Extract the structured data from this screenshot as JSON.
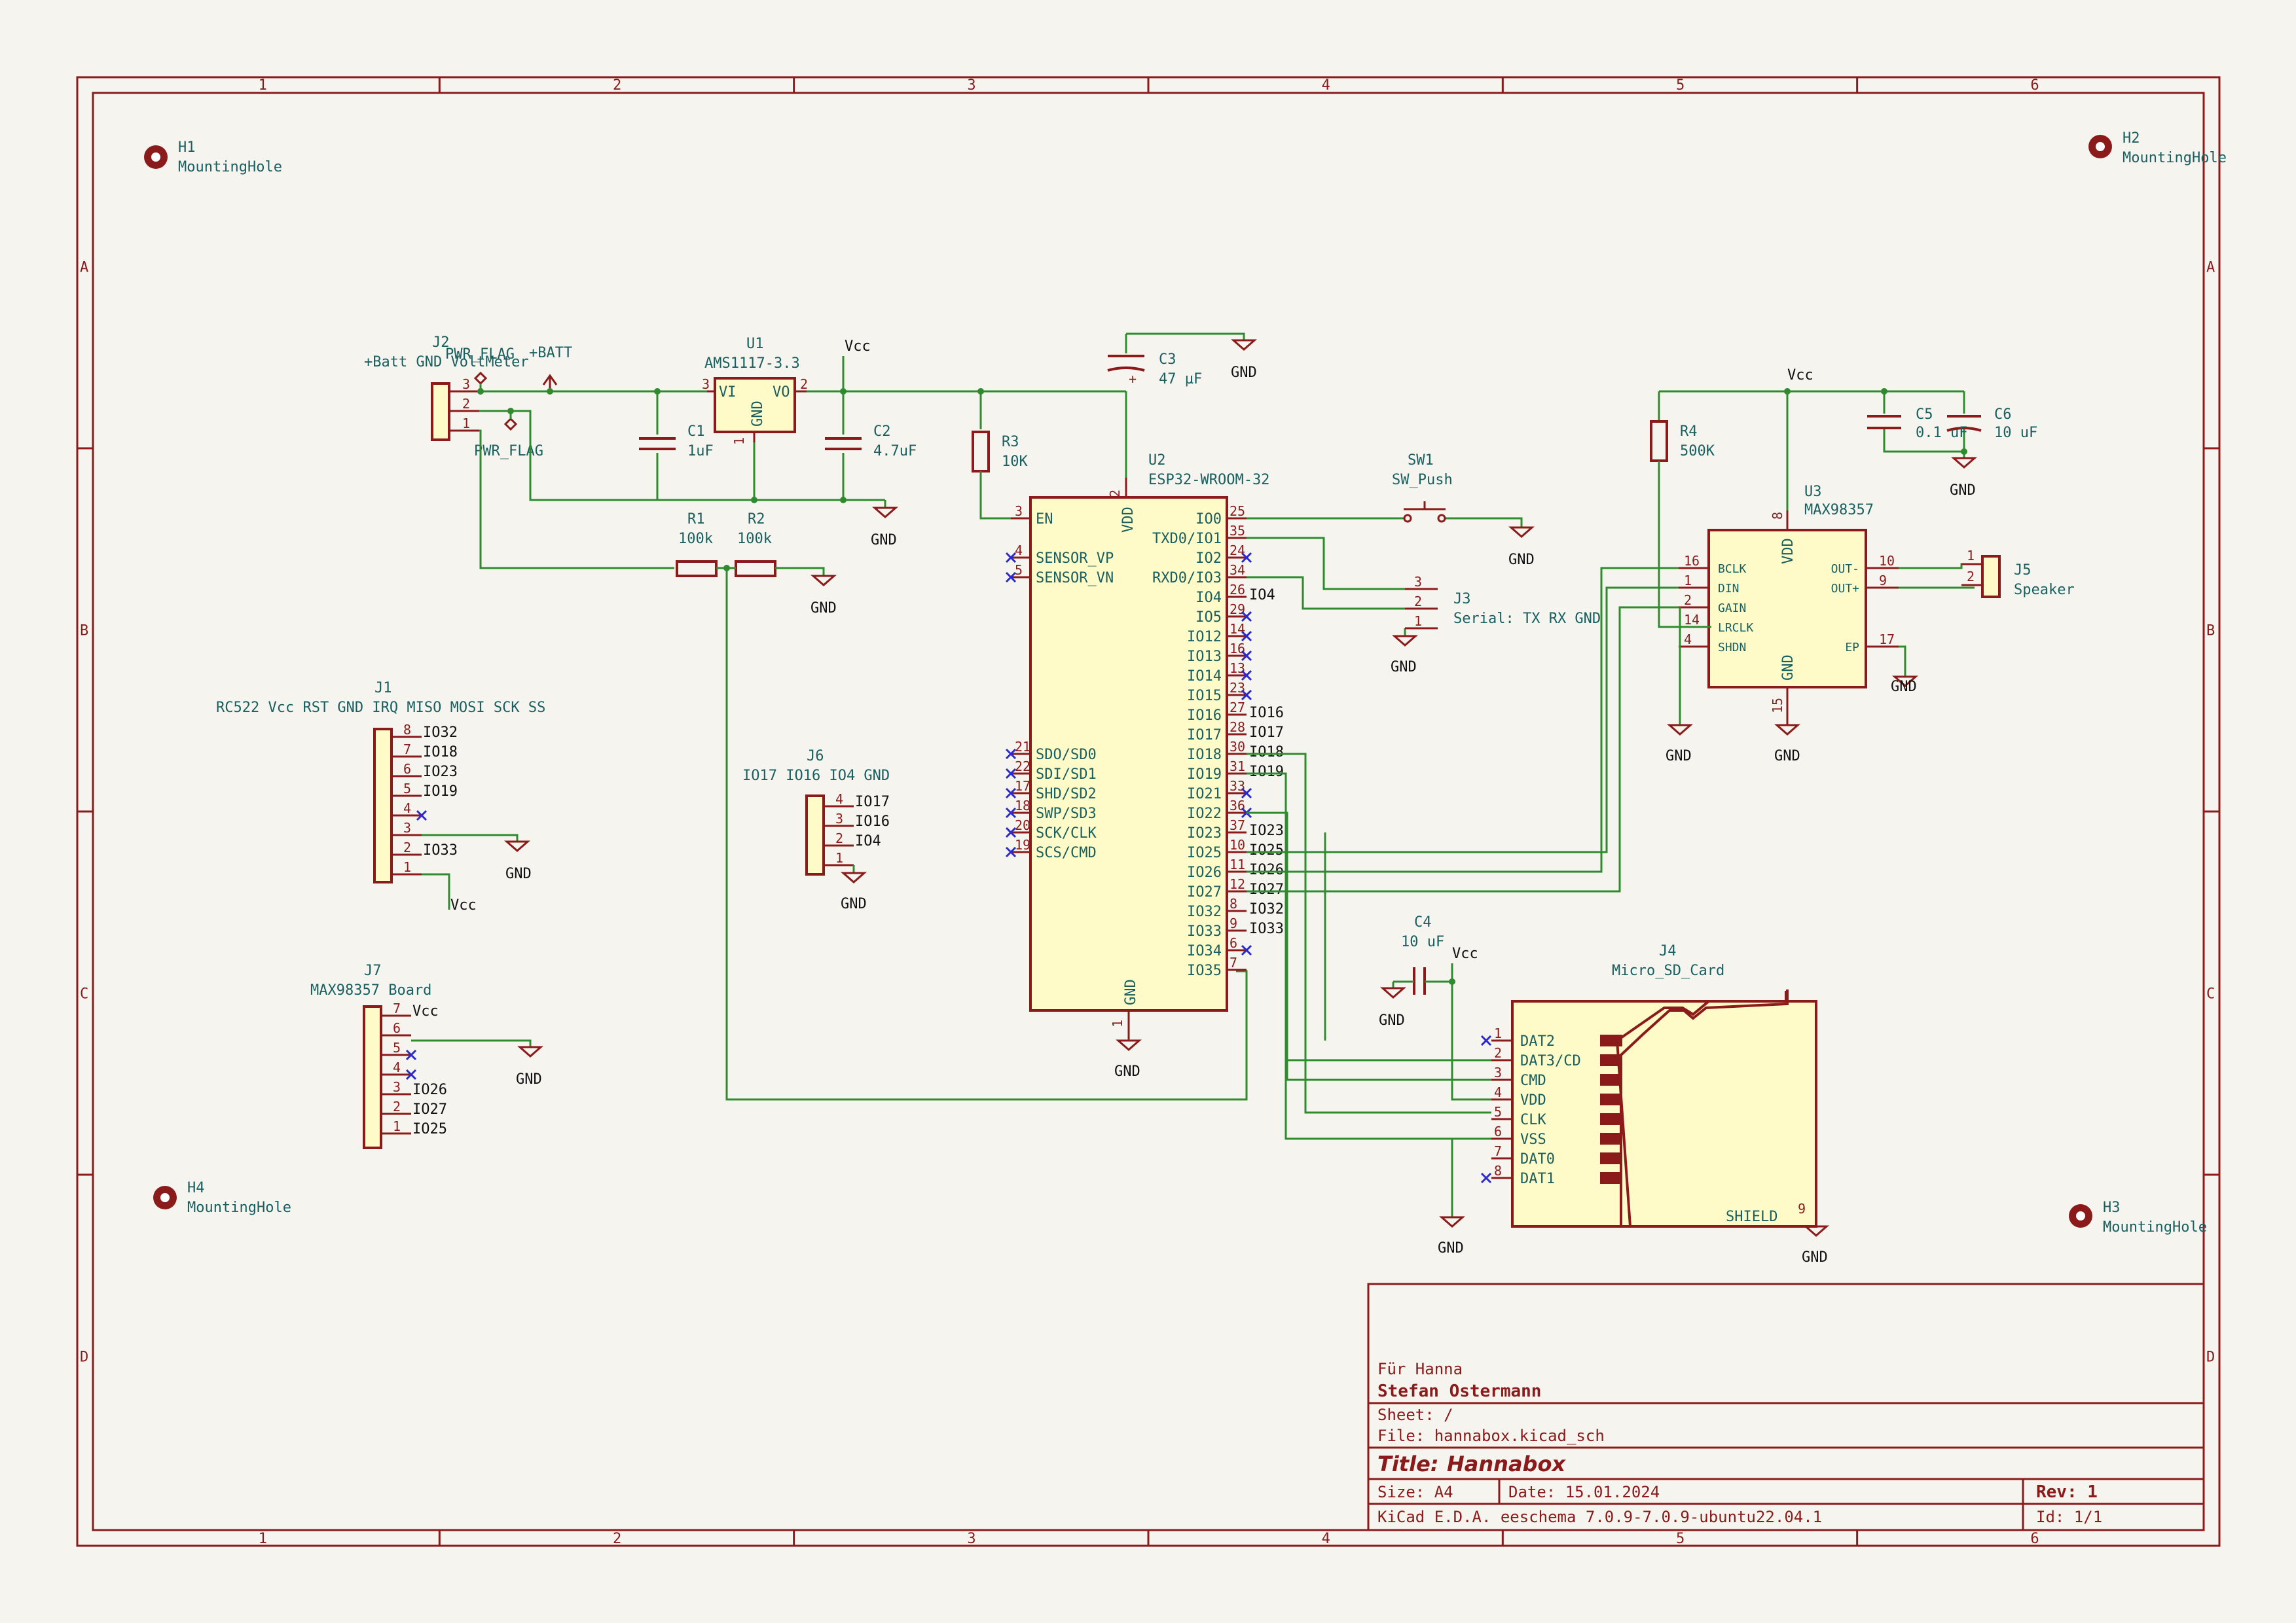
{
  "frame": {
    "col_labels": [
      "1",
      "2",
      "3",
      "4",
      "5",
      "6"
    ],
    "row_labels": [
      "A",
      "B",
      "C",
      "D"
    ]
  },
  "title_block": {
    "comment": "Für Hanna",
    "company": "Stefan Ostermann",
    "sheet": "Sheet: /",
    "file": "File: hannabox.kicad_sch",
    "title_label": "Title:",
    "title": "Hannabox",
    "size": "Size: A4",
    "date": "Date: 15.01.2024",
    "rev": "Rev: 1",
    "tool": "KiCad E.D.A.  eeschema 7.0.9-7.0.9-ubuntu22.04.1",
    "id": "Id: 1/1"
  },
  "mounting_holes": [
    {
      "ref": "H1",
      "value": "MountingHole"
    },
    {
      "ref": "H2",
      "value": "MountingHole"
    },
    {
      "ref": "H3",
      "value": "MountingHole"
    },
    {
      "ref": "H4",
      "value": "MountingHole"
    }
  ],
  "power": {
    "ref_j2": "J2",
    "j2_value": "+Batt GND VoltMeter",
    "pwr_flag": "PWR_FLAG",
    "batt": "+BATT",
    "u1_ref": "U1",
    "u1_value": "AMS1117-3.3",
    "u1_vi": "VI",
    "u1_vo": "VO",
    "u1_gnd": "GND",
    "vcc": "Vcc",
    "gnd": "GND",
    "c1_ref": "C1",
    "c1_val": "1uF",
    "c2_ref": "C2",
    "c2_val": "4.7uF",
    "c3_ref": "C3",
    "c3_val": "47 µF",
    "r1_ref": "R1",
    "r1_val": "100k",
    "r2_ref": "R2",
    "r2_val": "100k",
    "r3_ref": "R3",
    "r3_val": "10K",
    "plus": "+"
  },
  "esp32": {
    "ref": "U2",
    "value": "ESP32-WROOM-32",
    "left_pins": [
      {
        "num": "3",
        "name": "EN"
      },
      {
        "num": "4",
        "name": "SENSOR_VP"
      },
      {
        "num": "5",
        "name": "SENSOR_VN"
      },
      {
        "num": "21",
        "name": "SDO/SD0"
      },
      {
        "num": "22",
        "name": "SDI/SD1"
      },
      {
        "num": "17",
        "name": "SHD/SD2"
      },
      {
        "num": "18",
        "name": "SWP/SD3"
      },
      {
        "num": "20",
        "name": "SCK/CLK"
      },
      {
        "num": "19",
        "name": "SCS/CMD"
      }
    ],
    "right_pins": [
      {
        "num": "25",
        "name": "IO0",
        "net": ""
      },
      {
        "num": "35",
        "name": "TXD0/IO1",
        "net": ""
      },
      {
        "num": "24",
        "name": "IO2",
        "net": ""
      },
      {
        "num": "34",
        "name": "RXD0/IO3",
        "net": ""
      },
      {
        "num": "26",
        "name": "IO4",
        "net": "IO4"
      },
      {
        "num": "29",
        "name": "IO5",
        "net": ""
      },
      {
        "num": "14",
        "name": "IO12",
        "net": ""
      },
      {
        "num": "16",
        "name": "IO13",
        "net": ""
      },
      {
        "num": "13",
        "name": "IO14",
        "net": ""
      },
      {
        "num": "23",
        "name": "IO15",
        "net": ""
      },
      {
        "num": "27",
        "name": "IO16",
        "net": "IO16"
      },
      {
        "num": "28",
        "name": "IO17",
        "net": "IO17"
      },
      {
        "num": "30",
        "name": "IO18",
        "net": "IO18"
      },
      {
        "num": "31",
        "name": "IO19",
        "net": "IO19"
      },
      {
        "num": "33",
        "name": "IO21",
        "net": ""
      },
      {
        "num": "36",
        "name": "IO22",
        "net": ""
      },
      {
        "num": "37",
        "name": "IO23",
        "net": "IO23"
      },
      {
        "num": "10",
        "name": "IO25",
        "net": "IO25"
      },
      {
        "num": "11",
        "name": "IO26",
        "net": "IO26"
      },
      {
        "num": "12",
        "name": "IO27",
        "net": "IO27"
      },
      {
        "num": "8",
        "name": "IO32",
        "net": "IO32"
      },
      {
        "num": "9",
        "name": "IO33",
        "net": "IO33"
      },
      {
        "num": "6",
        "name": "IO34",
        "net": ""
      },
      {
        "num": "7",
        "name": "IO35",
        "net": ""
      }
    ],
    "vdd": "VDD",
    "vdd_num": "2",
    "gnd": "GND",
    "gnd_num": "1"
  },
  "sw1": {
    "ref": "SW1",
    "value": "SW_Push"
  },
  "j3": {
    "ref": "J3",
    "value": "Serial: TX RX GND",
    "pins": [
      "3",
      "2",
      "1"
    ]
  },
  "j1": {
    "ref": "J1",
    "value": "RC522 Vcc RST GND IRQ MISO MOSI SCK SS",
    "pins": [
      {
        "num": "8",
        "net": "IO32"
      },
      {
        "num": "7",
        "net": "IO18"
      },
      {
        "num": "6",
        "net": "IO23"
      },
      {
        "num": "5",
        "net": "IO19"
      },
      {
        "num": "4",
        "net": ""
      },
      {
        "num": "3",
        "net": ""
      },
      {
        "num": "2",
        "net": "IO33"
      },
      {
        "num": "1",
        "net": ""
      }
    ]
  },
  "j6": {
    "ref": "J6",
    "value": "IO17 IO16 IO4 GND",
    "pins": [
      {
        "num": "4",
        "net": "IO17"
      },
      {
        "num": "3",
        "net": "IO16"
      },
      {
        "num": "2",
        "net": "IO4"
      },
      {
        "num": "1",
        "net": ""
      }
    ]
  },
  "j7": {
    "ref": "J7",
    "value": "MAX98357 Board",
    "pins": [
      {
        "num": "7",
        "net": "Vcc"
      },
      {
        "num": "6",
        "net": ""
      },
      {
        "num": "5",
        "net": ""
      },
      {
        "num": "4",
        "net": ""
      },
      {
        "num": "3",
        "net": "IO26"
      },
      {
        "num": "2",
        "net": "IO27"
      },
      {
        "num": "1",
        "net": "IO25"
      }
    ]
  },
  "max98357": {
    "ref": "U3",
    "value": "MAX98357",
    "left_pins": [
      {
        "num": "16",
        "name": "BCLK"
      },
      {
        "num": "1",
        "name": "DIN"
      },
      {
        "num": "2",
        "name": "GAIN"
      },
      {
        "num": "14",
        "name": "LRCLK"
      },
      {
        "num": "4",
        "name": "SHDN"
      }
    ],
    "right_pins": [
      {
        "num": "10",
        "name": "OUT-"
      },
      {
        "num": "9",
        "name": "OUT+"
      },
      {
        "num": "17",
        "name": "EP"
      }
    ],
    "vdd": "VDD",
    "vdd_num": "8",
    "gnd": "GND",
    "gnd_num": "15"
  },
  "r4": {
    "ref": "R4",
    "value": "500K"
  },
  "c5": {
    "ref": "C5",
    "value": "0.1 uF"
  },
  "c6": {
    "ref": "C6",
    "value": "10 uF"
  },
  "j5": {
    "ref": "J5",
    "value": "Speaker",
    "pins": [
      "1",
      "2"
    ]
  },
  "c4": {
    "ref": "C4",
    "value": "10 uF"
  },
  "sdcard": {
    "ref": "J4",
    "value": "Micro_SD_Card",
    "pins": [
      {
        "num": "1",
        "name": "DAT2"
      },
      {
        "num": "2",
        "name": "DAT3/CD"
      },
      {
        "num": "3",
        "name": "CMD"
      },
      {
        "num": "4",
        "name": "VDD"
      },
      {
        "num": "5",
        "name": "CLK"
      },
      {
        "num": "6",
        "name": "VSS"
      },
      {
        "num": "7",
        "name": "DAT0"
      },
      {
        "num": "8",
        "name": "DAT1"
      }
    ],
    "shield": "SHIELD",
    "shield_num": "9"
  }
}
